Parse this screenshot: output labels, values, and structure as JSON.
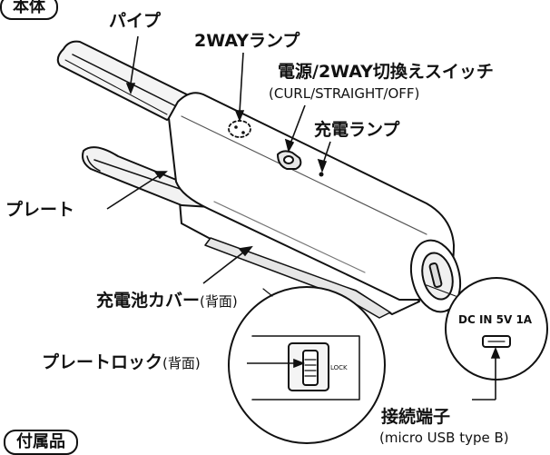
{
  "section_body": "本体",
  "section_accessories": "付属品",
  "labels": {
    "pipe": "パイプ",
    "twoway_lamp": "2WAYランプ",
    "switch": "電源/2WAY切換えスイッチ",
    "switch_modes": "(CURL/STRAIGHT/OFF)",
    "charge_lamp": "充電ランプ",
    "plate": "プレート",
    "battery_cover": "充電池カバー",
    "battery_cover_note": "(背面)",
    "plate_lock": "プレートロック",
    "plate_lock_note": "(背面)",
    "connector": "接続端子",
    "connector_type": "(micro USB type B)"
  },
  "port_label": "DC IN 5V 1A",
  "lock_label": "LOCK"
}
